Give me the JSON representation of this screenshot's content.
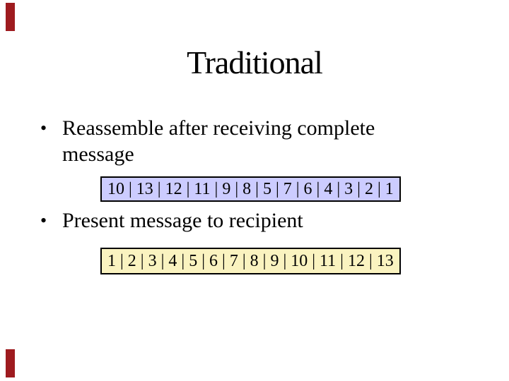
{
  "slide": {
    "title": "Traditional",
    "bullet_char": "•",
    "bullets": [
      {
        "text": "Reassemble after receiving complete message",
        "box": {
          "content": "10 | 13 | 12 | 11 | 9 | 8 | 5 | 7 | 6 | 4 | 3 | 2 | 1",
          "segments": [
            10,
            13,
            12,
            11,
            9,
            8,
            5,
            7,
            6,
            4,
            3,
            2,
            1
          ],
          "bg": "#ccccff"
        }
      },
      {
        "text": "Present message to recipient",
        "box": {
          "content": "1 | 2 | 3 | 4 | 5 | 6 | 7 | 8 | 9 | 10 | 11 | 12 | 13",
          "segments": [
            1,
            2,
            3,
            4,
            5,
            6,
            7,
            8,
            9,
            10,
            11,
            12,
            13
          ],
          "bg": "#faf3c0"
        }
      }
    ],
    "decorations": {
      "left_bar_color": "#9e1b1f"
    },
    "colors": {
      "background": "#ffffff",
      "text": "#000000",
      "box_border": "#000000"
    }
  }
}
